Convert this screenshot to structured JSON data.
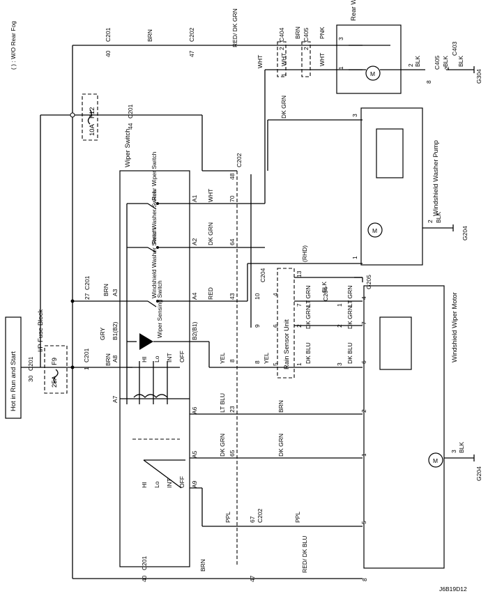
{
  "legend": {
    "note": "( ) : W/O Rear Fog"
  },
  "power": {
    "hot_label": "Hot in Run and Start"
  },
  "fuse_block": {
    "name": "I/P Fuse Block",
    "f9_id": "F9",
    "f9_amps": "25A",
    "f12_id": "F12",
    "f12_amps": "10A"
  },
  "connectors": {
    "c201": "C201",
    "c202": "C202",
    "c204": "C204",
    "c403": "C403",
    "c404": "C404",
    "c405": "C405"
  },
  "pins": {
    "p30": "30",
    "p1": "1",
    "p27": "27",
    "p44": "44",
    "p40": "40",
    "p47": "47",
    "p2": "2",
    "p3": "3",
    "p4": "4",
    "p5": "5",
    "p6": "6",
    "p7": "7",
    "p8": "8",
    "p9": "9",
    "p10": "10",
    "p13": "13",
    "p23": "23",
    "p43": "43",
    "p48": "48",
    "p64": "64",
    "p65": "65",
    "p67": "67",
    "p70": "70",
    "a1": "A1",
    "a2": "A2",
    "a3": "A3",
    "a4": "A4",
    "a5": "A5",
    "a6": "A6",
    "a7": "A7",
    "a8": "A8",
    "a9": "A9",
    "b1b2": "B1(B2)",
    "b2b1": "B2(B1)"
  },
  "wires": {
    "brn": "BRN",
    "gry": "GRY",
    "wht": "WHT",
    "dk_grn": "DK GRN",
    "red": "RED",
    "yel": "YEL",
    "lt_blu": "LT BLU",
    "ppl": "PPL",
    "pnk": "PNK",
    "blk": "BLK",
    "dk_blu": "DK BLU",
    "red_dk_grn": "RED/ DK GRN",
    "red_dk_blu": "RED/ DK BLU",
    "lt_grn": "LT GRN",
    "rhd": "(RHD)"
  },
  "components": {
    "wiper_switch": "Wiper Switch",
    "rear_wiper_switch": "Rear Wiper Switch",
    "rear_washer_switch": "Rear Washer Switch",
    "windshield_washer_switch": "Windshield Washer Switch",
    "wiper_sensing_switch": "Wiper Sensing Switch",
    "rain_sensor_unit": "Rain Sensor Unit",
    "rear_wiper_motor": "Rear Wiper Motor",
    "windshield_washer_pump": "Windshield Washer Pump",
    "windshield_wiper_motor": "Windshield Wiper Motor",
    "motor_symbol": "M"
  },
  "switch_positions": {
    "hi": "HI",
    "lo": "Lo",
    "int": "INT",
    "off": "OFF"
  },
  "grounds": {
    "g204": "G204",
    "g205": "G205",
    "g304": "G304"
  },
  "diagram_id": "J6B19D12"
}
